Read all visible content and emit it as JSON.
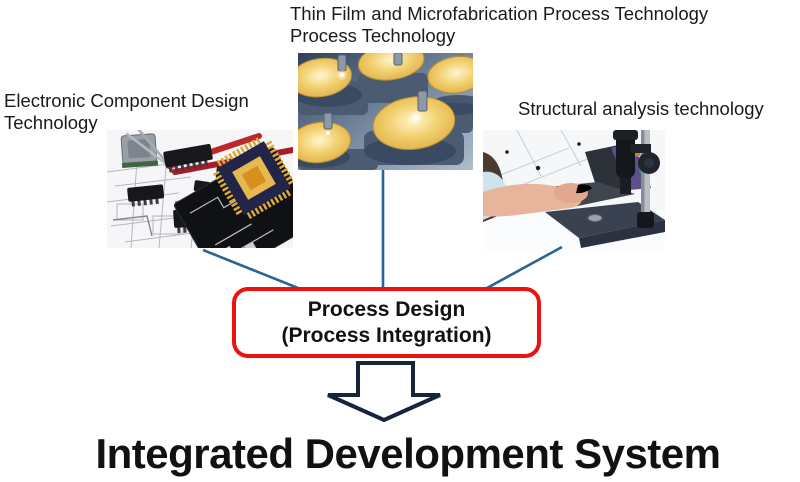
{
  "labels": {
    "thin_film": "Thin Film and Microfabrication Process Technology\nProcess Technology",
    "electronic": "Electronic Component Design Technology",
    "structural": "Structural analysis technology"
  },
  "process_box": {
    "line1": "Process Design",
    "line2": "(Process Integration)"
  },
  "bottom_title": "Integrated Development System",
  "images": [
    {
      "name": "electronic-components-photo",
      "caption_ref": "labels.electronic"
    },
    {
      "name": "thin-film-wafers-photo",
      "caption_ref": "labels.thin_film"
    },
    {
      "name": "structural-analysis-photo",
      "caption_ref": "labels.structural"
    }
  ],
  "colors": {
    "box_border": "#ee1111",
    "connector_line": "#2a6496",
    "arrow_outline": "#16253a",
    "text": "#1a1a1a"
  }
}
